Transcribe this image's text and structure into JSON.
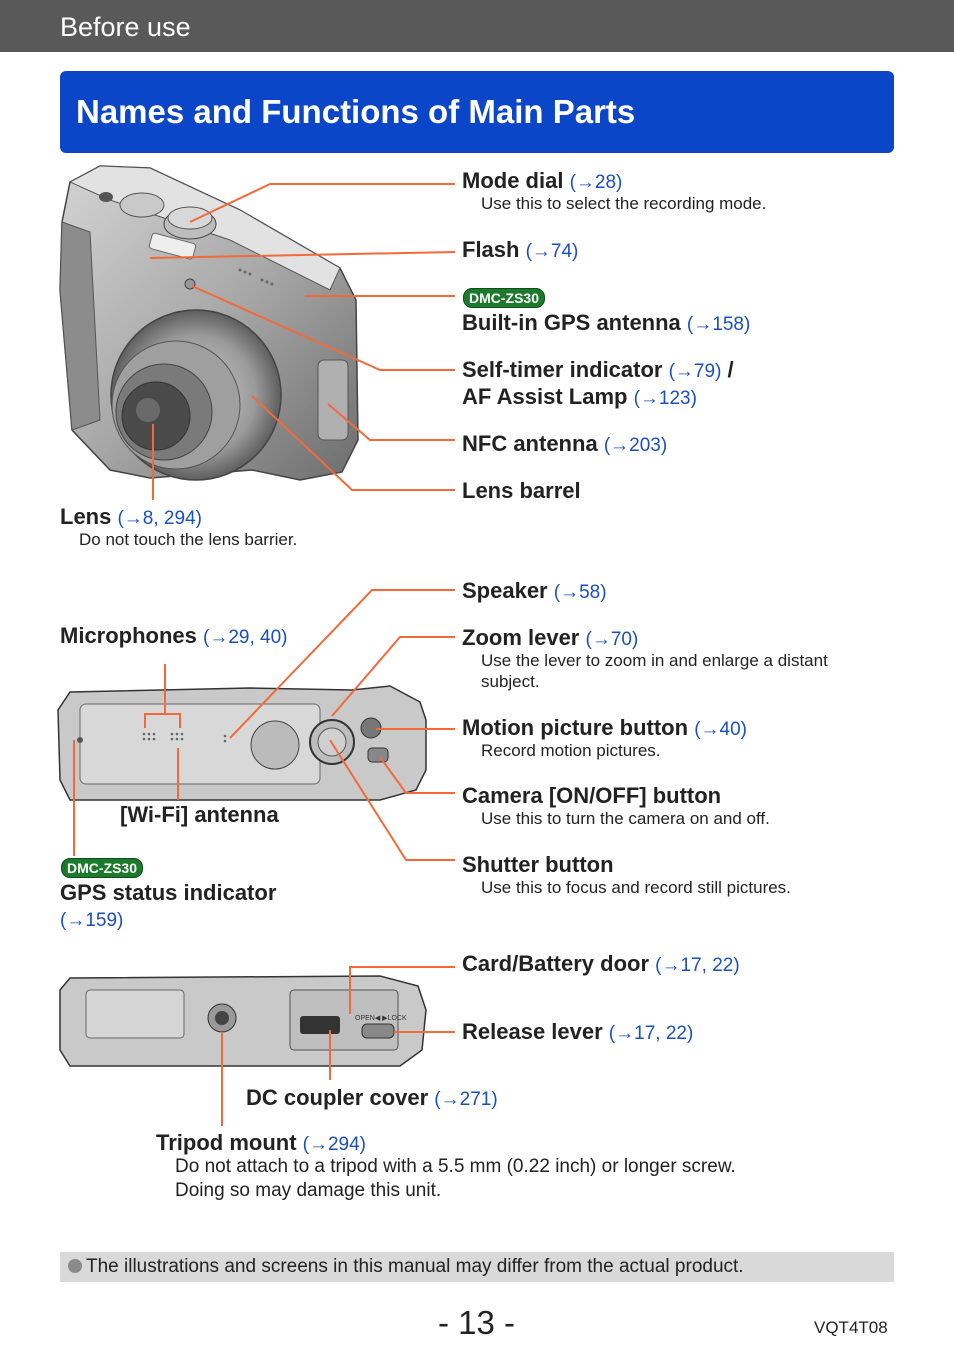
{
  "header": {
    "section": "Before use",
    "title": "Names and Functions of Main Parts"
  },
  "front": {
    "mode_dial": {
      "name": "Mode dial",
      "ref": "(→28)",
      "desc": "Use this to select the recording mode."
    },
    "flash": {
      "name": "Flash",
      "ref": "(→74)"
    },
    "gps_antenna": {
      "badge": "DMC-ZS30",
      "name": "Built-in GPS antenna",
      "ref": "(→158)"
    },
    "self_timer": {
      "name": "Self-timer indicator",
      "ref": "(→79)",
      "slash": "/",
      "name2": "AF Assist Lamp",
      "ref2": "(→123)"
    },
    "nfc": {
      "name": "NFC antenna",
      "ref": "(→203)"
    },
    "lens_barrel": {
      "name": "Lens barrel"
    },
    "lens": {
      "name": "Lens",
      "ref": "(→8, 294)",
      "desc": "Do not touch the lens barrier."
    }
  },
  "top": {
    "speaker": {
      "name": "Speaker",
      "ref": "(→58)"
    },
    "microphones": {
      "name": "Microphones",
      "ref": "(→29, 40)"
    },
    "zoom": {
      "name": "Zoom lever",
      "ref": "(→70)",
      "desc": "Use the lever to zoom in and enlarge a distant subject."
    },
    "motion": {
      "name": "Motion picture button",
      "ref": "(→40)",
      "desc": "Record motion pictures."
    },
    "wifi": {
      "name": "[Wi-Fi] antenna"
    },
    "power": {
      "name": "Camera [ON/OFF] button",
      "desc": "Use this to turn the camera on and off."
    },
    "gps_status": {
      "badge": "DMC-ZS30",
      "name": "GPS status indicator",
      "ref": "(→159)"
    },
    "shutter": {
      "name": "Shutter button",
      "desc": "Use this to focus and record still pictures."
    }
  },
  "bottom": {
    "card_door": {
      "name": "Card/Battery door",
      "ref": "(→17, 22)"
    },
    "release": {
      "name": "Release lever",
      "ref": "(→17, 22)"
    },
    "dc_coupler": {
      "name": "DC coupler cover",
      "ref": "(→271)"
    },
    "tripod": {
      "name": "Tripod mount",
      "ref": "(→294)",
      "desc1": "Do not attach to a tripod with a 5.5 mm (0.22 inch) or longer screw.",
      "desc2": "Doing so may damage this unit."
    },
    "lock_text": "OPEN◀ ▶LOCK"
  },
  "note": "The illustrations and screens in this manual may differ from the actual product.",
  "footer": {
    "page": "- 13 -",
    "code": "VQT4T08"
  },
  "colors": {
    "header_bar": "#595959",
    "title_bg": "#0b46c8",
    "leader": "#f26a3a",
    "ref_blue": "#1a4fc0",
    "badge_green": "#1c7a2c"
  }
}
